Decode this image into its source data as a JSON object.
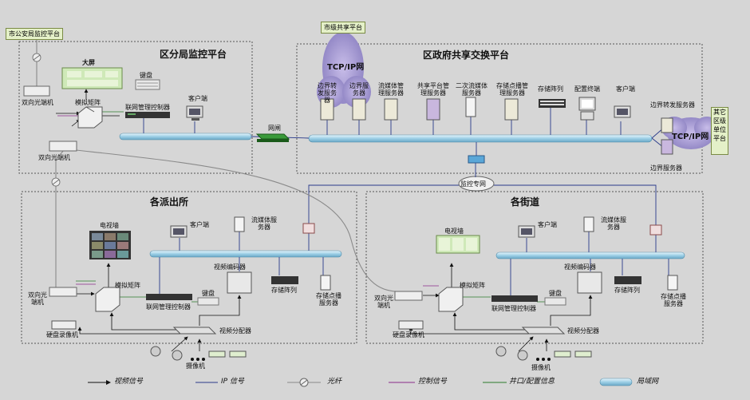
{
  "platforms": {
    "city_police": "市公安局监控平台",
    "city_share": "市级共享平台",
    "other_region": "其它区级单位平台"
  },
  "zones": {
    "district_monitor": "区分局监控平台",
    "gov_exchange": "区政府共享交换平台",
    "police_stations": "各派出所",
    "streets": "各街道"
  },
  "network": {
    "tcpip": "TCP/IP网",
    "gateway": "网闸",
    "monitor_net": "监控专网"
  },
  "district": {
    "big_screen": "大屏",
    "keyboard": "键盘",
    "client": "客户端",
    "fiber_tx_top": "双向光端机",
    "fiber_tx_bottom": "双向光端机",
    "matrix": "模拟矩阵",
    "controller": "联网管理控制器"
  },
  "gov": {
    "server_border1": "边界转发服务器",
    "server_border2": "边界服务器",
    "server_stream": "流媒体管理服务器",
    "server_share": "共享平台管理服务器",
    "server_stream2": "二次流媒体服务器",
    "server_storage": "存储点播管理服务器",
    "storage_array": "存储阵列",
    "config_terminal": "配置终端",
    "client": "客户端",
    "border_forward": "边界转发服务器",
    "border_server": "边界服务器"
  },
  "station": {
    "tv_wall": "电视墙",
    "client": "客户端",
    "stream_server": "流媒体服务器",
    "encoder": "视频编码器",
    "keyboard": "键盘",
    "fiber_tx": "双向光端机",
    "matrix": "模拟矩阵",
    "controller": "联网管理控制器",
    "storage_array": "存储阵列",
    "vod_server": "存储点播服务器",
    "dvr": "硬盘录像机",
    "splitter": "视频分配器",
    "camera": "摄像机"
  },
  "street": {
    "tv_wall": "电视墙",
    "client": "客户端",
    "stream_server": "流媒体服务器",
    "encoder": "视频编码器",
    "keyboard": "键盘",
    "fiber_tx": "双向光端机",
    "matrix": "模拟矩阵",
    "controller": "联网管理控制器",
    "storage_array": "存储阵列",
    "vod_server": "存储点播服务器",
    "dvr": "硬盘录像机",
    "splitter": "视频分配器",
    "camera": "摄像机"
  },
  "legend": {
    "video": "视频信号",
    "ip": "IP 信号",
    "fiber": "光纤",
    "control": "控制信号",
    "serial": "井口/配置信息",
    "lan": "局域网"
  },
  "colors": {
    "video_line": "#111111",
    "ip_line": "#2a3a8a",
    "fiber_line": "#8a8a8a",
    "control_line": "#8a2a8a",
    "serial_line": "#2a7a2a",
    "lan_fill": "#bfe0ee",
    "cloud": "#9b8fc7",
    "tag_fill": "#e4f0c8"
  }
}
